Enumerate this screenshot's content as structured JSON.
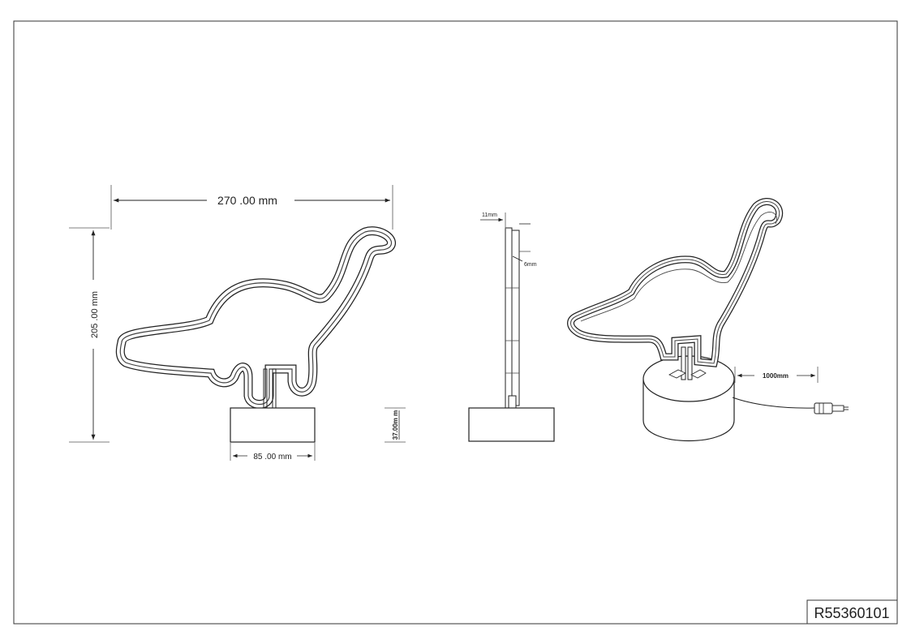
{
  "drawing": {
    "reference": "R55360101",
    "front_view": {
      "width_label": "270 .00 mm",
      "height_label": "205 .00 mm",
      "base_width_label": "85 .00 mm",
      "base_height_label": "37.00m m"
    },
    "side_view": {
      "depth_label": "11mm",
      "tube_label": "6mm"
    },
    "perspective_view": {
      "cable_label": "1000mm"
    }
  }
}
